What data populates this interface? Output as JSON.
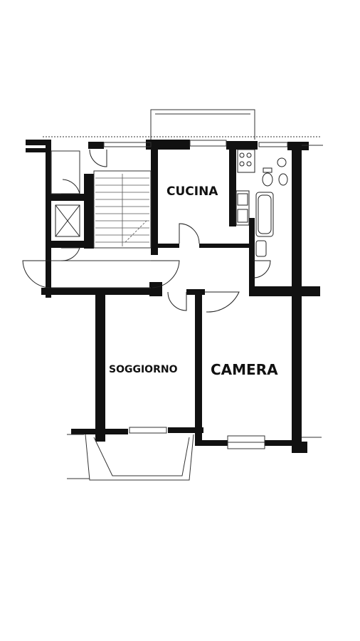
{
  "floor_plan": {
    "rooms": [
      {
        "id": "cucina",
        "label": "CUCINA"
      },
      {
        "id": "soggiorno",
        "label": "SOGGIORNO"
      },
      {
        "id": "camera",
        "label": "CAMERA"
      }
    ]
  },
  "colors": {
    "wall": "#111111",
    "thin_line": "#333333",
    "background": "#ffffff"
  }
}
